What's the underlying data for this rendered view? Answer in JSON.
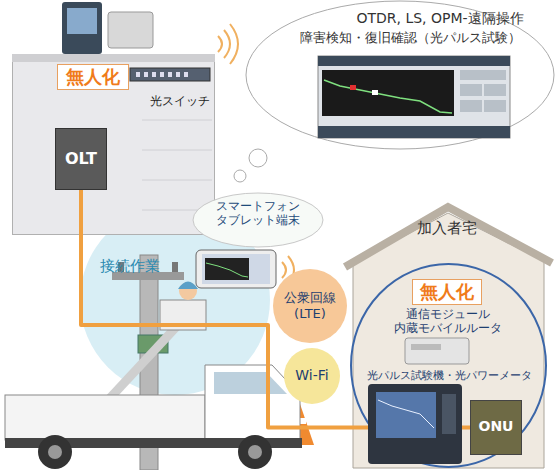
{
  "diagram": {
    "nodes": [
      {
        "text": [
          "OTDR, LS, OPM-遠隔操作",
          "障害検知・復旧確認（光パルス試験）"
        ]
      },
      {
        "text": [
          "無人化"
        ]
      },
      {
        "text": [
          "光スイッチ"
        ]
      },
      {
        "text": [
          "OLT"
        ],
        "in": 1
      },
      {
        "text": [
          "スマートフォン タブレット端末"
        ]
      },
      {
        "text": [
          "公衆回線 (LTE)"
        ]
      },
      {
        "text": [
          "Wi-Fi"
        ]
      },
      {
        "text": [
          "加入者宅"
        ]
      },
      {
        "text": [
          "無人化",
          "通信モジュール 内蔵モバイルルータ",
          "光パルス試験機・光パワーメータ"
        ],
        "in": 7
      },
      {
        "text": [
          "ONU"
        ],
        "in": 7
      }
    ],
    "edges": [
      {
        "from": 3,
        "to": 9,
        "arrow": "none"
      }
    ],
    "labels": [
      "接続作業"
    ]
  }
}
